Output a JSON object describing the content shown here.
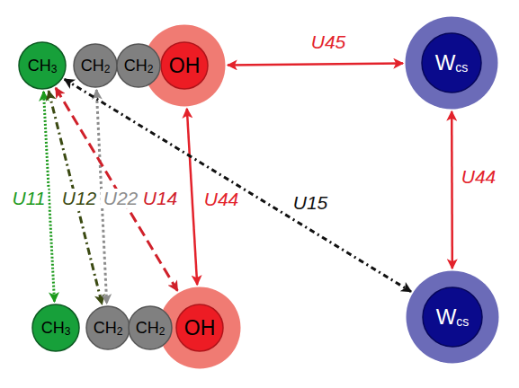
{
  "diagram": {
    "nodes": [
      {
        "text": [
          "CH",
          "3"
        ]
      },
      {
        "text": [
          "CH",
          "2"
        ]
      },
      {
        "text": [
          "CH",
          "2"
        ]
      },
      {
        "text": [
          "OH"
        ]
      },
      {
        "text": [
          "W",
          "cs"
        ]
      },
      {
        "text": [
          "CH",
          "3"
        ]
      },
      {
        "text": [
          "CH",
          "2"
        ]
      },
      {
        "text": [
          "CH",
          "2"
        ]
      },
      {
        "text": [
          "OH"
        ]
      },
      {
        "text": [
          "W",
          "cs"
        ]
      }
    ],
    "edges": [
      {
        "from": 3,
        "to": 4,
        "arrow": "both",
        "label": "U45"
      },
      {
        "from": 3,
        "to": 8,
        "arrow": "both",
        "label": "U44"
      },
      {
        "from": 4,
        "to": 9,
        "arrow": "both",
        "label": "U44"
      },
      {
        "from": 0,
        "to": 5,
        "arrow": "both",
        "label": "U11"
      },
      {
        "from": 0,
        "to": 6,
        "arrow": "both",
        "label": "U12"
      },
      {
        "from": 1,
        "to": 6,
        "arrow": "both",
        "label": "U22"
      },
      {
        "from": 0,
        "to": 8,
        "arrow": "both",
        "label": "U14"
      },
      {
        "from": 0,
        "to": 9,
        "arrow": "both",
        "label": "U15"
      }
    ]
  }
}
